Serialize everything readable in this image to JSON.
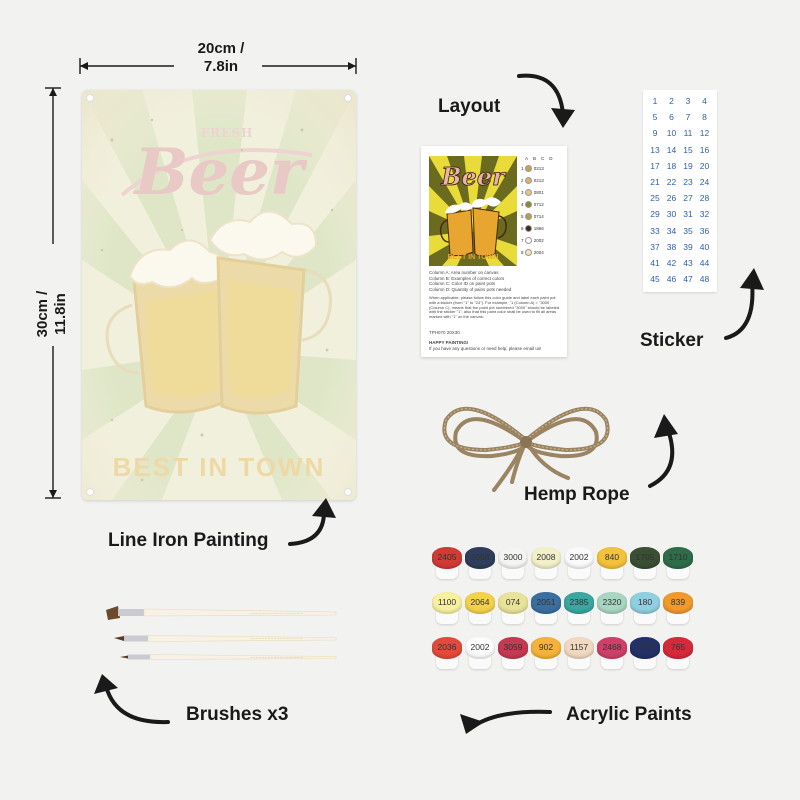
{
  "dimensions": {
    "width_line1": "20cm /",
    "width_line2": "7.8in",
    "height_line1": "30cm /",
    "height_line2": "11.8in"
  },
  "painting": {
    "top_word": "FRESH",
    "brand": "Beer",
    "bottom": "BEST IN TOWN"
  },
  "labels": {
    "layout": "Layout",
    "sticker": "Sticker",
    "hemp_rope": "Hemp Rope",
    "line_iron": "Line Iron Painting",
    "brushes": "Brushes x3",
    "acrylic": "Acrylic Paints"
  },
  "layout_card": {
    "header": [
      "A",
      "B",
      "C",
      "D"
    ],
    "legend": [
      {
        "n": "1",
        "code": "0213",
        "c": "#c9a24a"
      },
      {
        "n": "2",
        "code": "0213",
        "c": "#d9b56a"
      },
      {
        "n": "3",
        "code": "0801",
        "c": "#e5c68a"
      },
      {
        "n": "4",
        "code": "0712",
        "c": "#8a8a2a"
      },
      {
        "n": "5",
        "code": "0714",
        "c": "#b8a040"
      },
      {
        "n": "6",
        "code": "1866",
        "c": "#3a2a1a"
      },
      {
        "n": "7",
        "code": "2002",
        "c": "#ffffff"
      },
      {
        "n": "8",
        "code": "2004",
        "c": "#f0e6b0"
      }
    ],
    "poster_brand": "Beer",
    "poster_bottom": "BEST IN TOWN",
    "col_a": "Column A: Area number on canvas",
    "col_b": "Column B: Examples of correct colors",
    "col_c": "Column C: Color ID on paint pots",
    "col_d": "Column D: Quantity of pains pots needed",
    "note": "When applicable, please follow this color guide and label each paint pot with a sticker (from \"1\" to \"24\"). For example, \"1 (Column A) = \"3000 (Column C), means that the paint pot numbered \"3000\" should be labeled with the sticker \"1\", also that this paint color shall be used to fill all areas marked with \"1\" on the canvas.",
    "size": "TPH070 20X30",
    "happy": "HAPPY PAINTING!",
    "questions": "If you have any questions or need help, please email us!"
  },
  "sticker_numbers": [
    "1",
    "2",
    "3",
    "4",
    "5",
    "6",
    "7",
    "8",
    "9",
    "10",
    "11",
    "12",
    "13",
    "14",
    "15",
    "16",
    "17",
    "18",
    "19",
    "20",
    "21",
    "22",
    "23",
    "24",
    "25",
    "26",
    "27",
    "28",
    "29",
    "30",
    "31",
    "32",
    "33",
    "34",
    "35",
    "36",
    "37",
    "38",
    "39",
    "40",
    "41",
    "42",
    "43",
    "44",
    "45",
    "46",
    "47",
    "48"
  ],
  "paints": [
    {
      "code": "2405",
      "color": "#d13a35"
    },
    {
      "code": "2058",
      "color": "#2e3e5c"
    },
    {
      "code": "3000",
      "color": "#f4f4f2"
    },
    {
      "code": "2008",
      "color": "#f2f0c8"
    },
    {
      "code": "2002",
      "color": "#fafafa"
    },
    {
      "code": "840",
      "color": "#f3c23a"
    },
    {
      "code": "1705",
      "color": "#3a4f33"
    },
    {
      "code": "1710",
      "color": "#2f6d4a"
    },
    {
      "code": "1100",
      "color": "#f6f0a0"
    },
    {
      "code": "2064",
      "color": "#f3d24a"
    },
    {
      "code": "074",
      "color": "#e9e29a"
    },
    {
      "code": "2051",
      "color": "#3a6fa0"
    },
    {
      "code": "2385",
      "color": "#3aa7a0"
    },
    {
      "code": "2320",
      "color": "#a9d6c2"
    },
    {
      "code": "180",
      "color": "#8fd0e0"
    },
    {
      "code": "839",
      "color": "#f09a2a"
    },
    {
      "code": "2036",
      "color": "#e24b3a"
    },
    {
      "code": "2002",
      "color": "#fcfcfc"
    },
    {
      "code": "3059",
      "color": "#c43a52"
    },
    {
      "code": "902",
      "color": "#f5b23a"
    },
    {
      "code": "1157",
      "color": "#f0d9c0"
    },
    {
      "code": "2468",
      "color": "#cf3f6a"
    },
    {
      "code": "1803",
      "color": "#23306a"
    },
    {
      "code": "765",
      "color": "#d52a3a"
    }
  ],
  "colors": {
    "text": "#1a1a1a",
    "sticker_number": "#2f5fa8",
    "rope": "#9a8462"
  }
}
